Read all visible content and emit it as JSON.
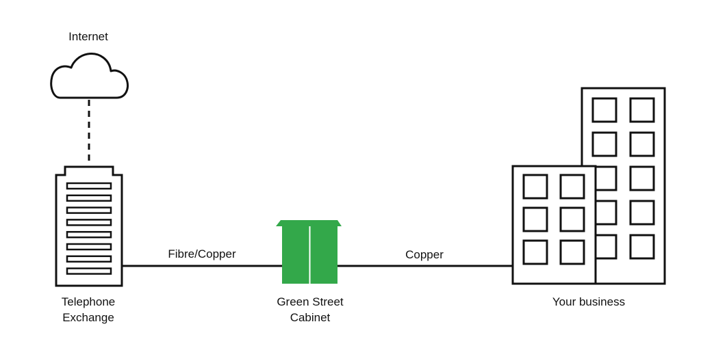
{
  "colors": {
    "stroke": "#111111",
    "cabinet": "#33a84a",
    "cabinet_seam": "#ffffff",
    "background": "#ffffff"
  },
  "icons": [
    "cloud-icon",
    "telephone-exchange-icon",
    "street-cabinet-icon",
    "office-buildings-icon"
  ],
  "nodes": {
    "internet": {
      "label": "Internet"
    },
    "exchange": {
      "label_line1": "Telephone",
      "label_line2": "Exchange"
    },
    "cabinet": {
      "label_line1": "Green Street",
      "label_line2": "Cabinet"
    },
    "business": {
      "label": "Your business"
    }
  },
  "links": {
    "exchange_to_cabinet": {
      "label": "Fibre/Copper"
    },
    "cabinet_to_business": {
      "label": "Copper"
    }
  }
}
